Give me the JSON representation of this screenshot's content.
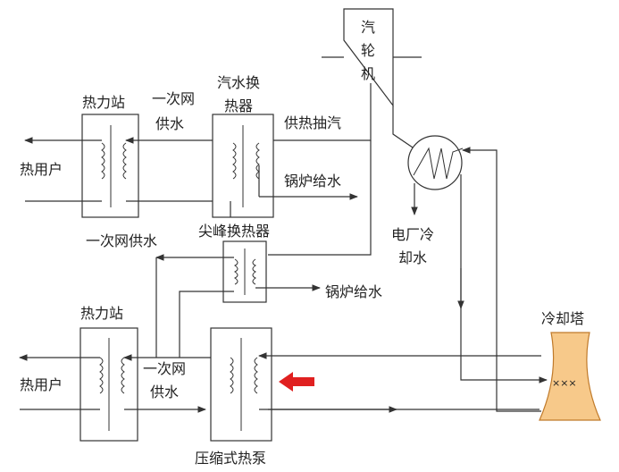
{
  "labels": {
    "turbine": [
      "汽",
      "轮",
      "机"
    ],
    "station_top": "热力站",
    "primary_supply_top": [
      "一次网",
      "供水"
    ],
    "steam_hx": [
      "汽水换",
      "热器"
    ],
    "extraction_steam": "供热抽汽",
    "heat_user_top": "热用户",
    "boiler_feed_top": "锅炉给水",
    "plant_cooling": [
      "电厂冷",
      "却水"
    ],
    "primary_supply_mid": "一次网供水",
    "peak_hx": "尖峰换热器",
    "boiler_feed_mid": "锅炉给水",
    "station_bottom": "热力站",
    "cooling_tower": "冷却塔",
    "heat_user_bottom": "热用户",
    "primary_supply_bottom": [
      "一次网",
      "供水"
    ],
    "heat_pump": "压缩式热泵",
    "tower_mark": "×××"
  },
  "colors": {
    "tower_fill": "#f7c98a",
    "tower_stroke": "#c07a2a",
    "arrow": "#e02020",
    "line": "#333333"
  }
}
